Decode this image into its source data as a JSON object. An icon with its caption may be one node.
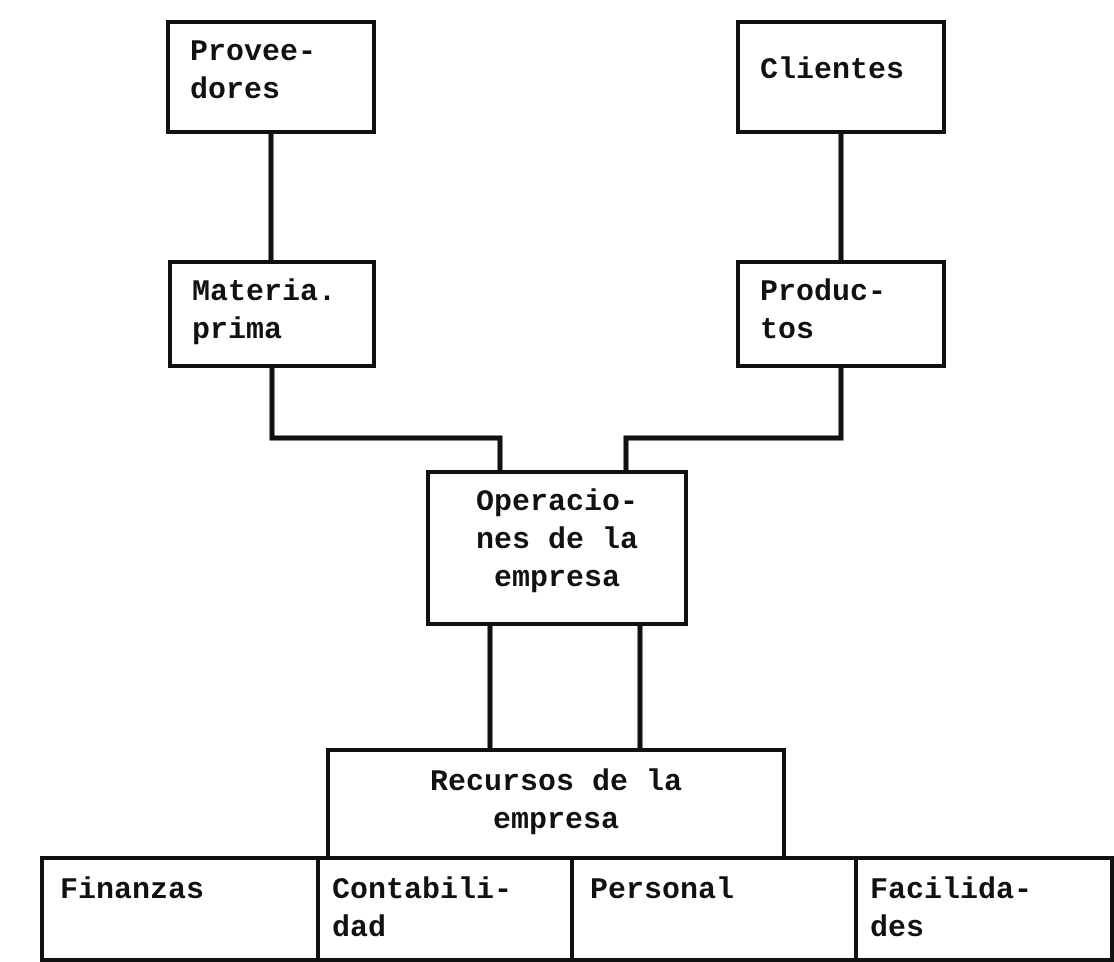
{
  "diagram": {
    "nodes": [
      {
        "text": [
          "Provee- dores"
        ]
      },
      {
        "text": [
          "Clientes"
        ]
      },
      {
        "text": [
          "Materia. prima"
        ]
      },
      {
        "text": [
          "Produc- tos"
        ]
      },
      {
        "text": [
          "Operacio- nes de la empresa"
        ]
      },
      {
        "text": [
          "Recursos de la empresa"
        ]
      },
      {
        "text": [
          "Finanzas"
        ]
      },
      {
        "text": [
          "Contabili- dad"
        ]
      },
      {
        "text": [
          "Personal"
        ]
      },
      {
        "text": [
          "Facilida- des"
        ]
      }
    ],
    "edges": [
      {
        "from": 0,
        "to": 2,
        "arrow": "none"
      },
      {
        "from": 1,
        "to": 3,
        "arrow": "none"
      },
      {
        "from": 2,
        "to": 4,
        "arrow": "none"
      },
      {
        "from": 3,
        "to": 4,
        "arrow": "none"
      },
      {
        "from": 4,
        "to": 5,
        "arrow": "none"
      },
      {
        "from": 4,
        "to": 5,
        "arrow": "none"
      }
    ]
  }
}
